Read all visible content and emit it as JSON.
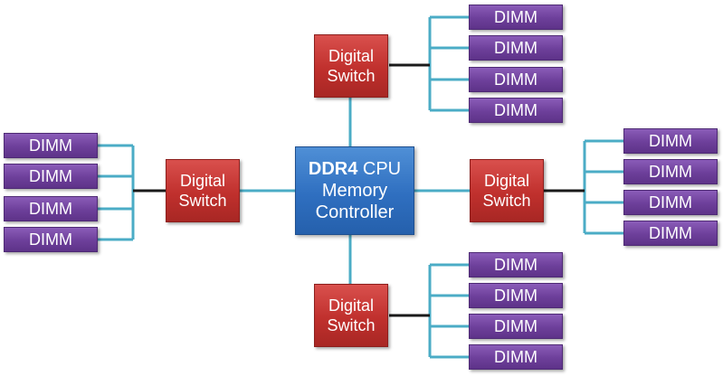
{
  "controller": {
    "ddr": "DDR4",
    "line1_rest": "CPU",
    "line2": "Memory",
    "line3": "Controller"
  },
  "switch_label": {
    "line1": "Digital",
    "line2": "Switch"
  },
  "switches": [
    {
      "position": "top"
    },
    {
      "position": "left"
    },
    {
      "position": "right"
    },
    {
      "position": "bottom"
    }
  ],
  "dimm_label": "DIMM",
  "dimm_groups": {
    "top": [
      "DIMM",
      "DIMM",
      "DIMM",
      "DIMM"
    ],
    "left": [
      "DIMM",
      "DIMM",
      "DIMM",
      "DIMM"
    ],
    "right": [
      "DIMM",
      "DIMM",
      "DIMM",
      "DIMM"
    ],
    "bottom": [
      "DIMM",
      "DIMM",
      "DIMM",
      "DIMM"
    ]
  },
  "colors": {
    "connector": "#4bacc6",
    "bus": "#1a1a1a",
    "dimm": "#7030a0",
    "switch": "#c0302d",
    "controller": "#2f6fc0"
  }
}
